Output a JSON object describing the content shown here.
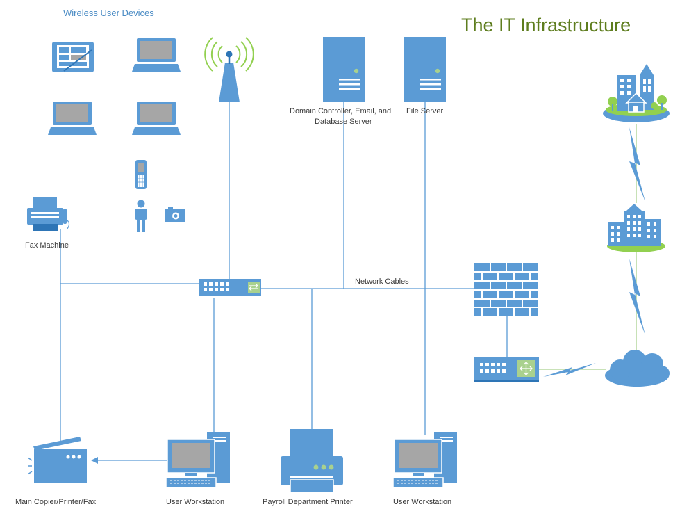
{
  "title": "The  IT Infrastructure",
  "wireless_group_label": "Wireless User Devices",
  "labels": {
    "domain_controller_line1": "Domain Controller, Email, and",
    "domain_controller_line2": "Database Server",
    "file_server": "File Server",
    "fax_machine": "Fax Machine",
    "network_cables": "Network Cables",
    "main_copier": "Main Copier/Printer/Fax",
    "user_workstation_1": "User Workstation",
    "payroll_printer": "Payroll Department Printer",
    "user_workstation_2": "User Workstation"
  },
  "colors": {
    "device_blue": "#5b9bd5",
    "device_dark": "#2e75b6",
    "line_blue": "#5b9bd5",
    "line_green": "#a9d18e",
    "screen_gray": "#a6a6a6",
    "land_green": "#92d050",
    "title_green": "#5e7d1e",
    "label_blue": "#4a8bc4"
  },
  "icons": [
    "tablet-icon",
    "laptop-icon",
    "wireless-antenna-icon",
    "server-icon",
    "city-icon",
    "building-icon",
    "cloud-icon",
    "firewall-icon",
    "router-icon",
    "switch-icon",
    "fax-icon",
    "phone-icon",
    "person-icon",
    "camera-icon",
    "printer-icon",
    "copier-icon",
    "workstation-icon",
    "lightning-icon"
  ]
}
